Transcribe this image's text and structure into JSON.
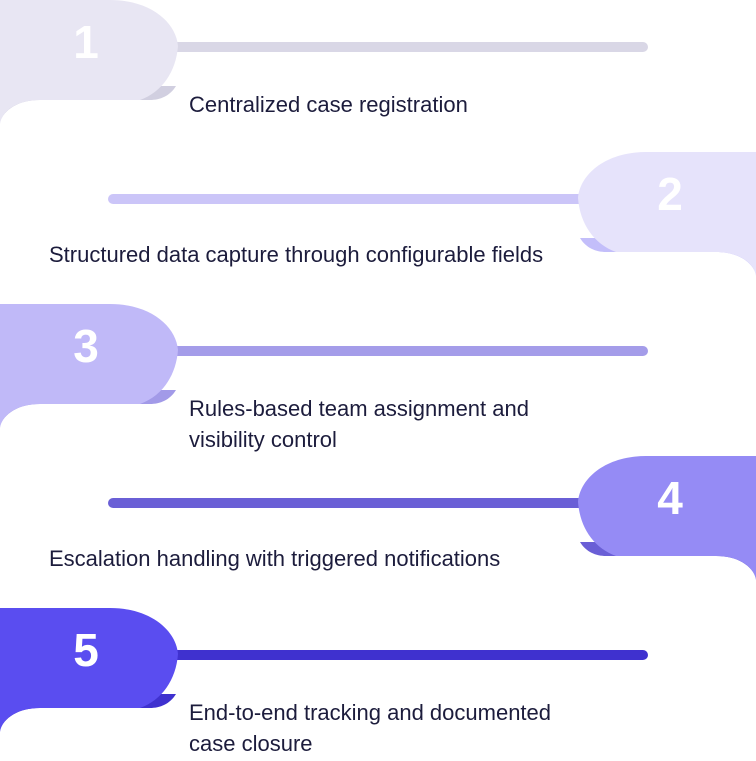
{
  "steps": [
    {
      "number": "1",
      "label_lines": [
        "Centralized case registration"
      ],
      "side": "left",
      "color": "#e8e6f3",
      "fold": "#d1cfe0",
      "bar": "#d9d7e6"
    },
    {
      "number": "2",
      "label_lines": [
        "Structured data capture through configurable fields"
      ],
      "side": "right",
      "color": "#e6e3fb",
      "fold": "#c3befa",
      "bar": "#cbc5f8"
    },
    {
      "number": "3",
      "label_lines": [
        "Rules-based team assignment and",
        "visibility control"
      ],
      "side": "left",
      "color": "#c0b9f8",
      "fold": "#a29ae8",
      "bar": "#a49ce9"
    },
    {
      "number": "4",
      "label_lines": [
        "Escalation handling with triggered notifications"
      ],
      "side": "right",
      "color": "#958bf5",
      "fold": "#6a5fd6",
      "bar": "#6a5fd6"
    },
    {
      "number": "5",
      "label_lines": [
        "End-to-end tracking and documented",
        "case closure"
      ],
      "side": "left",
      "color": "#5a4df0",
      "fold": "#3f31cf",
      "bar": "#3f31cf"
    }
  ]
}
